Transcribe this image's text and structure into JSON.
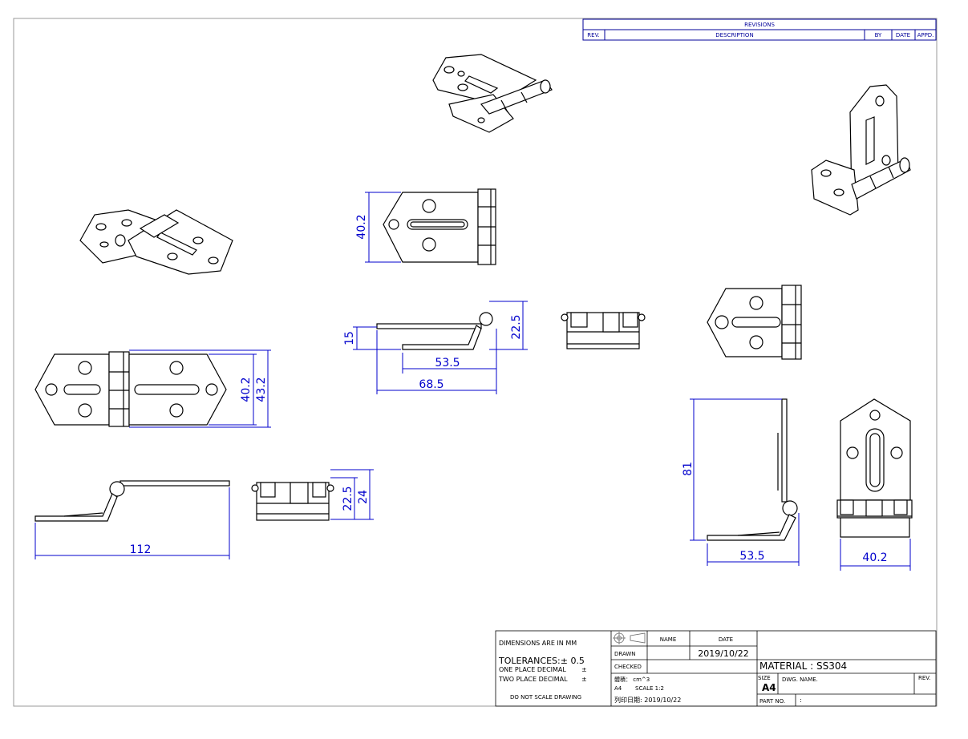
{
  "revisions": {
    "title": "REVISIONS",
    "col_rev": "REV.",
    "col_description": "DESCRIPTION",
    "col_by": "BY",
    "col_date": "DATE",
    "col_appd": "APPD."
  },
  "dimensions": {
    "top_height": "40.2",
    "side_15": "15",
    "side_22_5": "22.5",
    "side_53_5": "53.5",
    "side_68_5": "68.5",
    "open_40_2": "40.2",
    "open_43_2": "43.2",
    "open_112": "112",
    "end_22_5": "22.5",
    "end_24": "24",
    "right_81": "81",
    "right_53_5": "53.5",
    "right_40_2": "40.2"
  },
  "title_block": {
    "dims_note": "DIMENSIONS ARE IN MM",
    "tolerances": "TOLERANCES:± 0.5",
    "one_place": "ONE PLACE DECIMAL",
    "one_place_sym": "±",
    "two_place": "TWO PLACE DECIMAL",
    "two_place_sym": "±",
    "do_not_scale": "DO NOT SCALE DRAWING",
    "name_header": "NAME",
    "date_header": "DATE",
    "drawn_label": "DRAWN",
    "drawn_date": "2019/10/22",
    "checked_label": "CHECKED",
    "volume": "體積： cm^3",
    "sheet_size_small": "A4",
    "scale": "SCALE 1:2",
    "print_date": "列印日期: 2019/10/22",
    "material": "MATERIAL : SS304",
    "size_label": "SIZE",
    "size_value": "A4",
    "dwg_name_label": "DWG. NAME.",
    "rev_label": "REV.",
    "part_no_label": "PART NO.",
    "part_no_value": ":"
  }
}
